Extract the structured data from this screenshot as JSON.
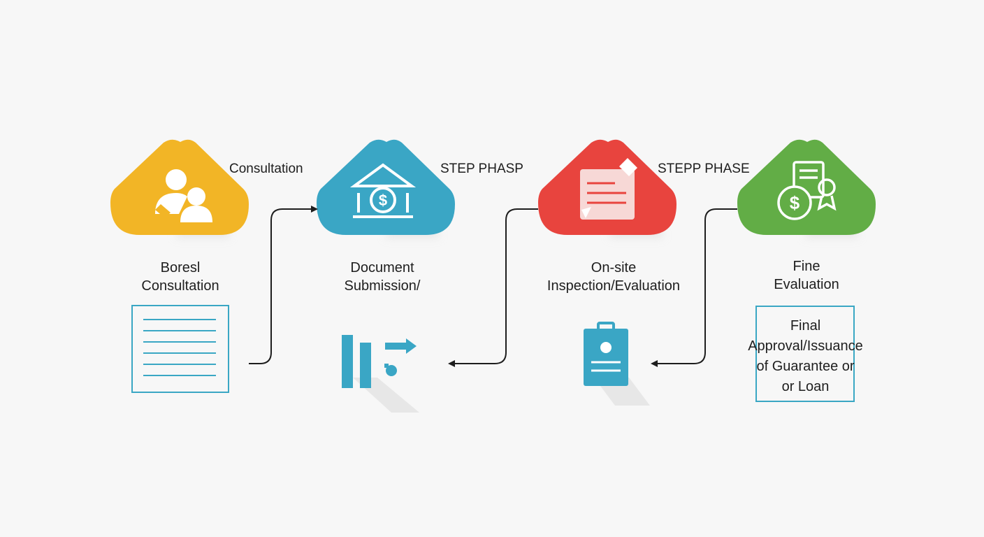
{
  "steps": [
    {
      "header": "Consultation",
      "title_line1": "Boresl",
      "title_line2": "Consultation",
      "color": "#f2b526",
      "icon": "people-icon",
      "bottom_icon": "document-lines-icon"
    },
    {
      "header": "STEP PHASP",
      "title_line1": "Document",
      "title_line2": "Submission/",
      "color": "#3aa6c5",
      "icon": "bank-dollar-icon",
      "bottom_icon": "bar-chart-arrow-icon"
    },
    {
      "header": "STEPP PHASE",
      "title_line1": "On-site",
      "title_line2": "Inspection/Evaluation",
      "color": "#e8443e",
      "icon": "document-pen-icon",
      "bottom_icon": "clipboard-id-icon"
    },
    {
      "header": "",
      "title_line1": "Fine",
      "title_line2": "Evaluation",
      "color": "#62ad46",
      "icon": "money-certificate-icon",
      "bottom_icon": ""
    }
  ],
  "final": {
    "lines": [
      "Final",
      "Approval/Issuance",
      "of Guarantee or",
      "or Loan"
    ]
  }
}
